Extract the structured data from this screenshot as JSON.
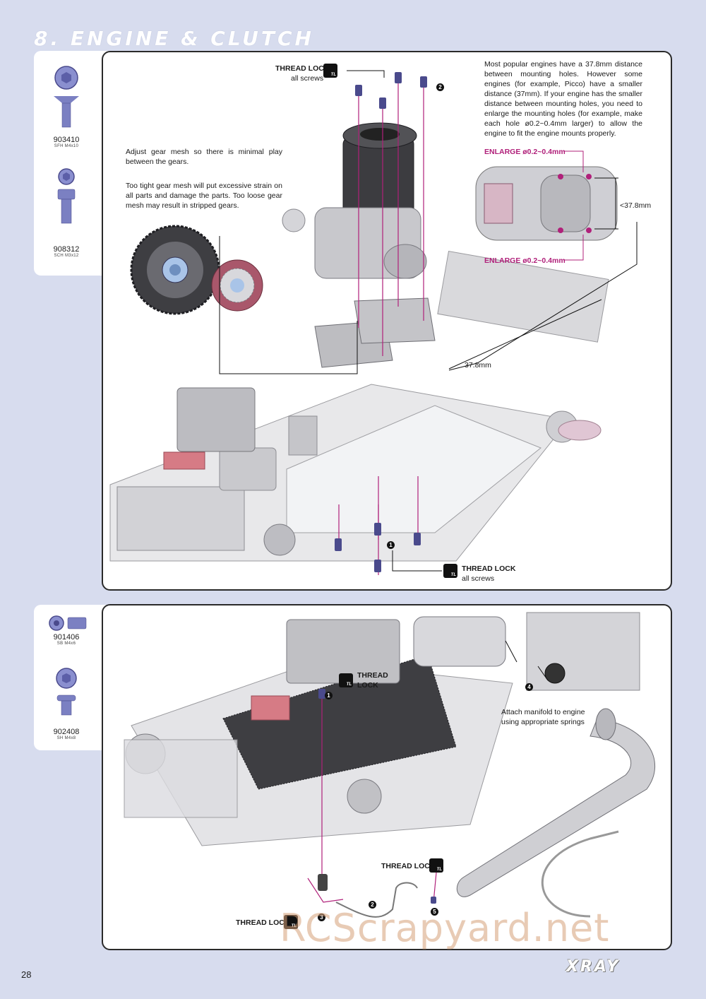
{
  "header": {
    "title": "8. ENGINE & CLUTCH"
  },
  "parts_top": [
    {
      "code": "903410",
      "desc": "SFH M4x10"
    },
    {
      "code": "908312",
      "desc": "SCH M3x12"
    }
  ],
  "parts_bottom": [
    {
      "code": "901406",
      "desc": "SB M4x6"
    },
    {
      "code": "902408",
      "desc": "SH M4x8"
    }
  ],
  "top_panel": {
    "thread_lock_top": {
      "label": "THREAD LOCK",
      "note": "all screws"
    },
    "thread_lock_bottom": {
      "label": "THREAD LOCK",
      "note": "all screws"
    },
    "icon_text": "TL",
    "step_1": "1",
    "step_2": "2",
    "gear_mesh_1": "Adjust gear mesh so there is minimal play between the gears.",
    "gear_mesh_2": "Too tight gear mesh will put excessive strain on all parts and damage the parts. Too loose gear mesh may result in stripped gears.",
    "engine_note": "Most popular engines have a 37.8mm distance between mounting holes. However some engines (for example, Picco) have a smaller distance (37mm). If your engine has the smaller distance between mounting holes, you need to enlarge the mounting holes (for example, make each hole ø0.2~0.4mm larger) to allow the engine to fit the engine mounts properly.",
    "enlarge_top": "ENLARGE ø0.2~0.4mm",
    "enlarge_bottom": "ENLARGE ø0.2~0.4mm",
    "dimension_side": "<37.8mm",
    "dimension_mount": "37.8mm"
  },
  "bottom_panel": {
    "thread_lock_1": {
      "label": "THREAD",
      "label2": "LOCK"
    },
    "thread_lock_2": "THREAD LOCK",
    "thread_lock_3": "THREAD LOCK",
    "icon_text": "TL",
    "manifold_note_1": "Attach manifold to engine",
    "manifold_note_2": "using appropriate springs",
    "step_1": "1",
    "step_2": "2",
    "step_3": "3",
    "step_4": "4",
    "step_5": "5"
  },
  "footer": {
    "page_number": "28",
    "brand": "XRAY",
    "watermark": "RCScrapyard.net"
  },
  "colors": {
    "background": "#d7dcee",
    "accent_pink": "#b0207a",
    "screw_purple": "#4a4a8c"
  }
}
